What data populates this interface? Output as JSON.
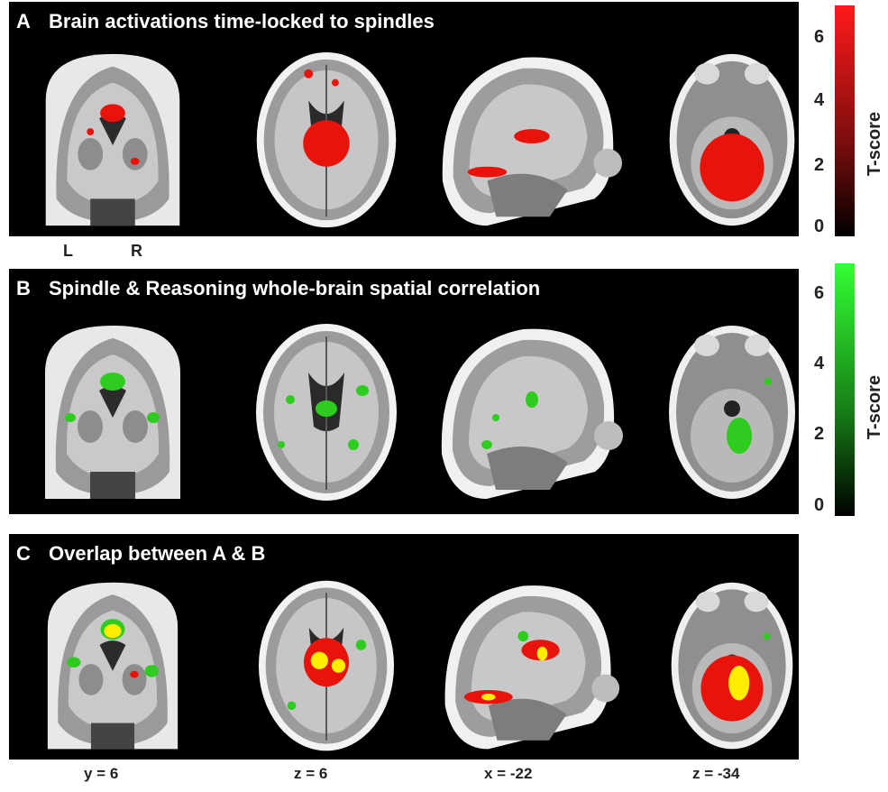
{
  "panels": [
    {
      "letter": "A",
      "title": "Brain activations time-locked to spindles"
    },
    {
      "letter": "B",
      "title": "Spindle & Reasoning whole-brain spatial correlation"
    },
    {
      "letter": "C",
      "title": "Overlap between A & B"
    }
  ],
  "colorbars": [
    {
      "label": "T-score",
      "ticks": [
        "6",
        "4",
        "2",
        "0"
      ],
      "color_top": "#ff1a1a",
      "color_bottom": "#000000"
    },
    {
      "label": "T-score",
      "ticks": [
        "6",
        "4",
        "2",
        "0"
      ],
      "color_top": "#33ff33",
      "color_bottom": "#000000"
    }
  ],
  "orientation": {
    "left": "L",
    "right": "R"
  },
  "coordinates": [
    "y = 6",
    "z = 6",
    "x = -22",
    "z = -34"
  ],
  "colors": {
    "activation": "#e8140c",
    "correlation": "#2ecc1f",
    "overlap": "#ffee00",
    "header": "#6e6e6e"
  }
}
